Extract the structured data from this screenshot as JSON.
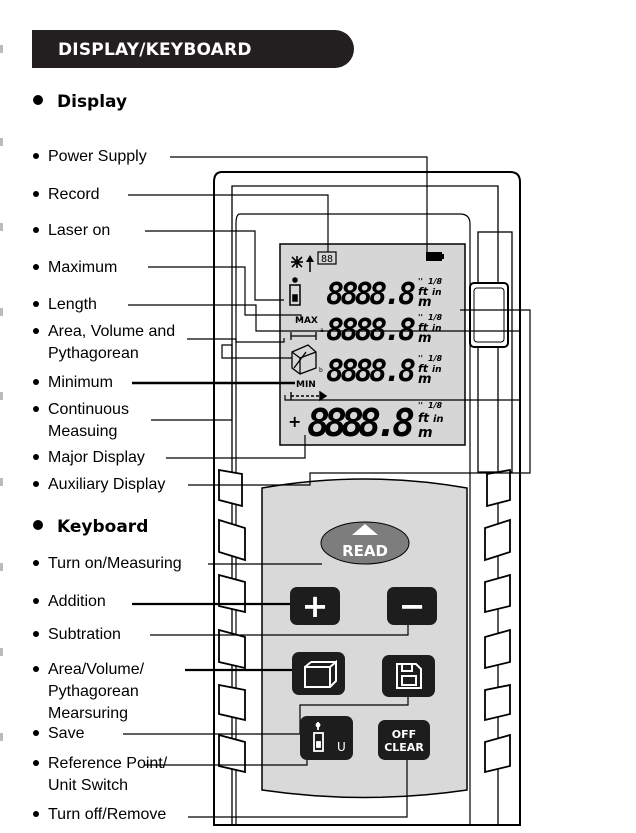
{
  "header": {
    "title": "DISPLAY/KEYBOARD"
  },
  "display_section": {
    "heading": "Display",
    "labels": [
      "Power Supply",
      "Record",
      "Laser on",
      "Maximum",
      "Length",
      "Area, Volume and",
      "Pythagorean",
      "Minimum",
      "Continuous",
      "Measuing",
      "Major Display",
      "Auxiliary Display"
    ]
  },
  "keyboard_section": {
    "heading": "Keyboard",
    "labels": [
      "Turn on/Measuring",
      "Addition",
      "Subtration",
      "Area/Volume/",
      "Pythagorean",
      "Mearsuring",
      "Save",
      "Reference Point/",
      "Unit Switch",
      "Turn off/Remove"
    ]
  },
  "lcd": {
    "record": "88",
    "digits": "8888.8",
    "major_digits": "8888.8",
    "max_label": "MAX",
    "min_label": "MIN",
    "unit_top": "''",
    "unit_frac": "1/8",
    "unit_ft": "ft",
    "unit_in": "in",
    "unit_m": "m",
    "plus": "+",
    "sub_a": "a",
    "sub_b": "b"
  },
  "keys": {
    "read": "READ",
    "plus": "+",
    "minus": "−",
    "unit_u": "U",
    "off": "OFF",
    "clear": "CLEAR"
  },
  "colors": {
    "banner": "#231f20",
    "lcd": "#d6d6d6",
    "keypad": "#d9d9d9",
    "read_button": "#7d7d7d",
    "key": "#1d1d1d"
  }
}
